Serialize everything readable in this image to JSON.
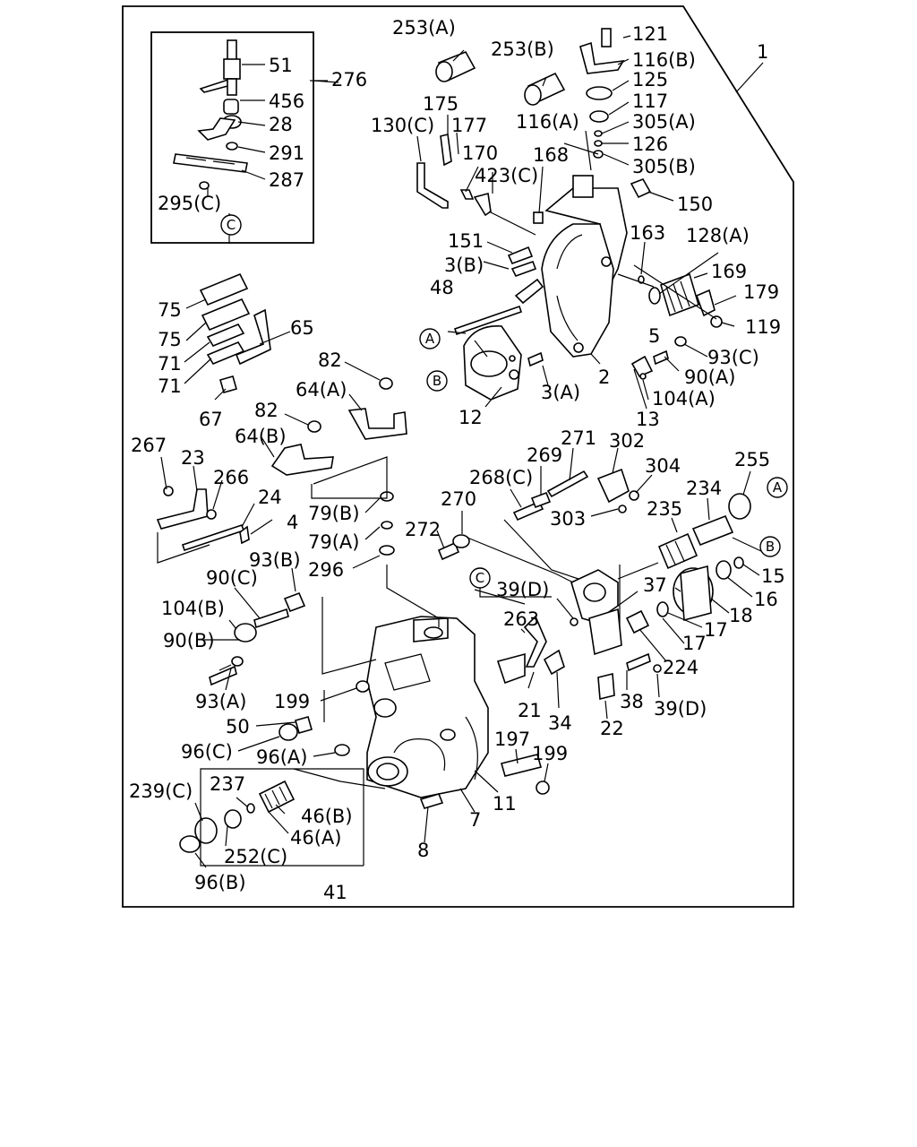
{
  "labels": {
    "l1": "1",
    "l253a": "253(A)",
    "l253b": "253(B)",
    "l121": "121",
    "l116b": "116(B)",
    "l125": "125",
    "l117": "117",
    "l116a": "116(A)",
    "l305a": "305(A)",
    "l126": "126",
    "l305b": "305(B)",
    "l168": "168",
    "l150": "150",
    "l175": "175",
    "l130c": "130(C)",
    "l177": "177",
    "l170": "170",
    "l423c": "423(C)",
    "l163": "163",
    "l128a": "128(A)",
    "l151": "151",
    "l3b": "3(B)",
    "l169": "169",
    "l179": "179",
    "l48": "48",
    "l119": "119",
    "l5": "5",
    "l93c": "93(C)",
    "l90a": "90(A)",
    "l2": "2",
    "l3a": "3(A)",
    "l104a": "104(A)",
    "l12": "12",
    "l13": "13",
    "l51": "51",
    "l276": "276",
    "l456": "456",
    "l28": "28",
    "l291": "291",
    "l287": "287",
    "l295c": "295(C)",
    "l75a": "75",
    "l75b": "75",
    "l65": "65",
    "l71a": "71",
    "l71b": "71",
    "l82a": "82",
    "l64a": "64(A)",
    "l67": "67",
    "l82b": "82",
    "l64b": "64(B)",
    "l267": "267",
    "l23": "23",
    "l266": "266",
    "l24": "24",
    "l4": "4",
    "l79b": "79(B)",
    "l79a": "79(A)",
    "l296": "296",
    "l93b": "93(B)",
    "l90c": "90(C)",
    "l104b": "104(B)",
    "l90b": "90(B)",
    "l93a": "93(A)",
    "l199a": "199",
    "l50": "50",
    "l96c": "96(C)",
    "l96a": "96(A)",
    "l239c": "239(C)",
    "l237": "237",
    "l46b": "46(B)",
    "l46a": "46(A)",
    "l252c": "252(C)",
    "l96b": "96(B)",
    "l41": "41",
    "l8": "8",
    "l7": "7",
    "l11": "11",
    "l197": "197",
    "l199b": "199",
    "l21": "21",
    "l34": "34",
    "l22": "22",
    "l263": "263",
    "l39d1": "39(D)",
    "l39d2": "39(D)",
    "l38": "38",
    "l224": "224",
    "l17a": "17",
    "l17b": "17",
    "l18": "18",
    "l37": "37",
    "l16": "16",
    "l15": "15",
    "l272": "272",
    "l270": "270",
    "l268c": "268(C)",
    "l269": "269",
    "l271": "271",
    "l302": "302",
    "l304": "304",
    "l303": "303",
    "l235": "235",
    "l234": "234",
    "l255": "255"
  },
  "callouts": {
    "a1": "A",
    "a2": "A",
    "b1": "B",
    "b2": "B",
    "c1": "C",
    "c2": "C"
  }
}
